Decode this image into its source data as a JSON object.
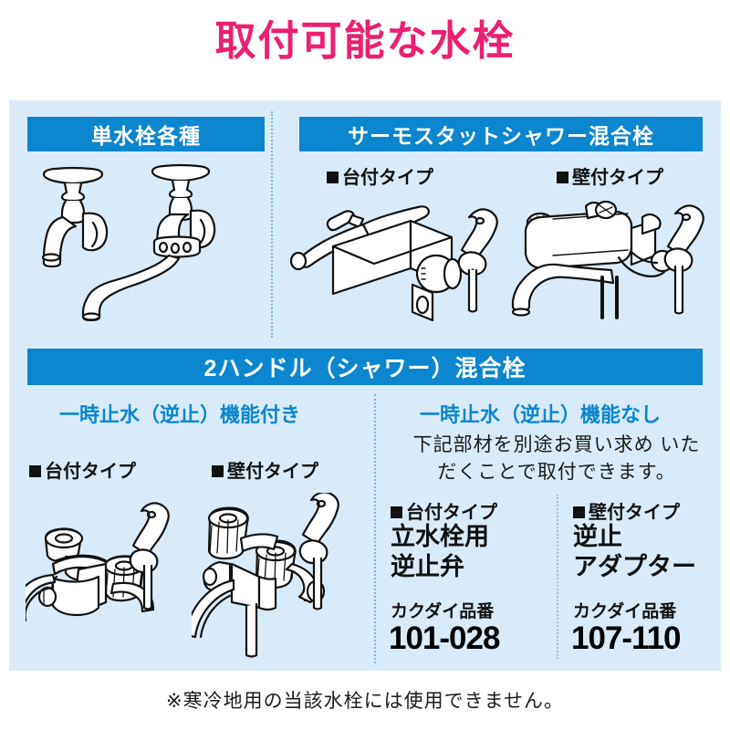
{
  "title": "取付可能な水栓",
  "colors": {
    "title_pink": "#ec1f72",
    "header_blue": "#0b86cf",
    "panel_bg": "#d9ebf8",
    "text_dark": "#111111"
  },
  "sections": {
    "single_faucet": {
      "header": "単水栓各種"
    },
    "thermostat": {
      "header": "サーモスタットシャワー混合栓",
      "deck_label": "台付タイプ",
      "wall_label": "壁付タイプ"
    },
    "two_handle": {
      "header": "2ハンドル（シャワー）混合栓",
      "with_checkvalve": "一時止水（逆止）機能付き",
      "without_checkvalve": "一時止水（逆止）機能なし",
      "deck_label": "台付タイプ",
      "wall_label": "壁付タイプ",
      "note": "下記部材を別途お買い求め\nいただくことで取付できます。",
      "parts": [
        {
          "type_label": "台付タイプ",
          "name": "立水栓用\n逆止弁",
          "brand": "カクダイ品番",
          "code": "101-028"
        },
        {
          "type_label": "壁付タイプ",
          "name": "逆止\nアダプター",
          "brand": "カクダイ品番",
          "code": "107-110"
        }
      ]
    }
  },
  "footnote": "※寒冷地用の当該水栓には使用できません。"
}
